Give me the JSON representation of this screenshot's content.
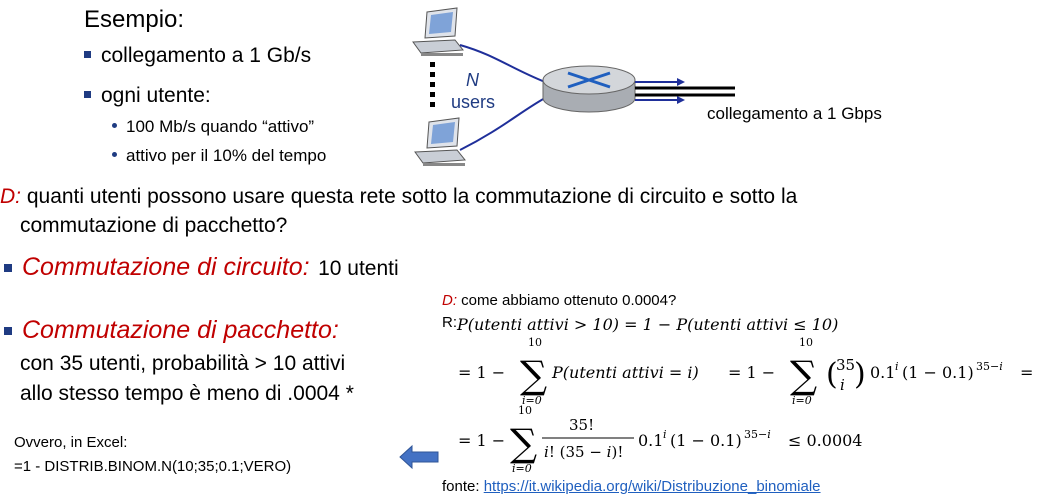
{
  "example": {
    "title": "Esempio:",
    "bullets": [
      "collegamento a 1 Gb/s",
      "ogni utente:"
    ],
    "sub_bullets": [
      "100 Mb/s quando  “attivo”",
      "attivo per il 10% del tempo"
    ]
  },
  "diagram": {
    "n_label": "N",
    "users_label": "users",
    "link_label": "collegamento a 1 Gbps"
  },
  "question": {
    "prefix": "D:",
    "line1": " quanti utenti possono usare questa rete sotto la commutazione di circuito e sotto la",
    "line2": "commutazione di pacchetto?"
  },
  "circuit": {
    "label": "Commutazione di circuito:",
    "value": "10 utenti"
  },
  "packet": {
    "label": "Commutazione di pacchetto:",
    "line1": "con 35 utenti, probabilità > 10 attivi",
    "line2": "allo stesso tempo è meno di .0004 *"
  },
  "excel": {
    "line1": "Ovvero, in Excel:",
    "line2": "=1 - DISTRIB.BINOM.N(10;35;0.1;VERO)"
  },
  "derivation": {
    "question_prefix": "D:",
    "question_text": " come abbiamo ottenuto 0.0004?",
    "r_prefix": "R:",
    "source_label": "fonte:",
    "source_link": "https://it.wikipedia.org/wiki/Distribuzione_binomiale"
  },
  "colors": {
    "accent": "#1f3b82",
    "emphasis": "#c00000",
    "link": "#1f5fbf"
  }
}
